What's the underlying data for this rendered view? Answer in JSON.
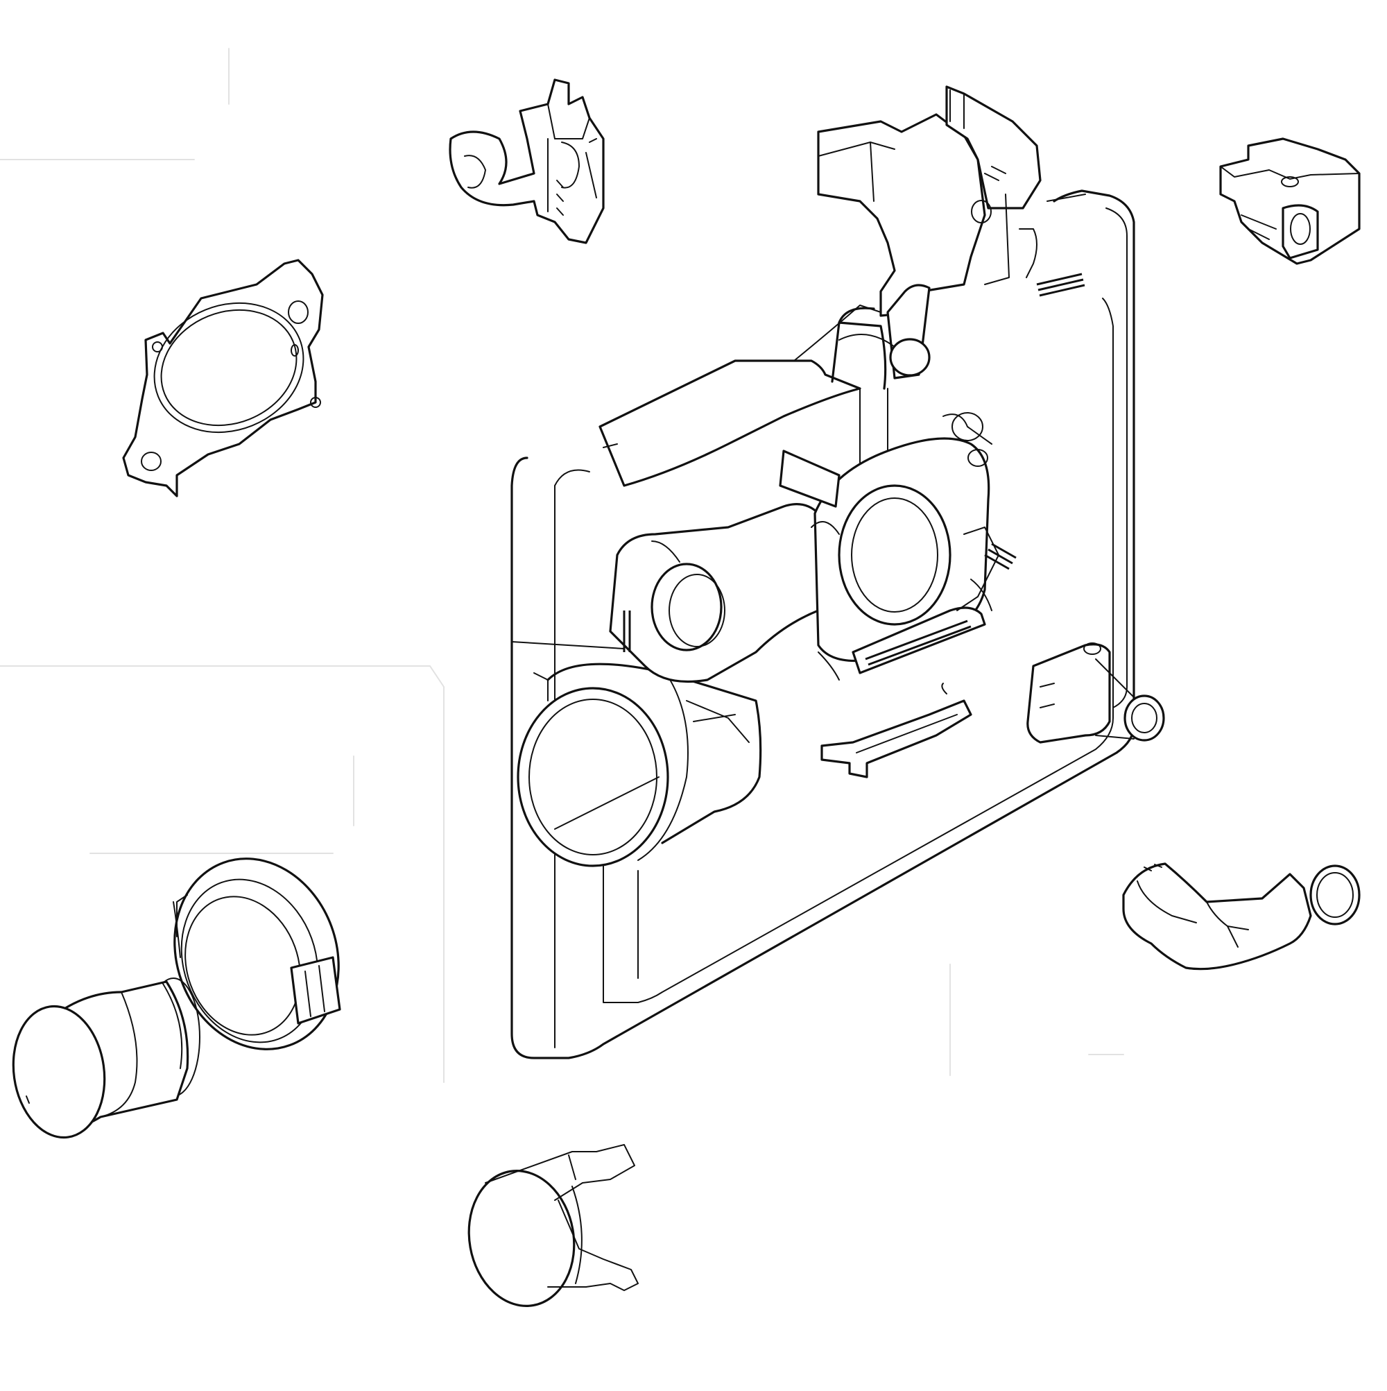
{
  "diagram": {
    "style": "black line-art exploded parts view on white background",
    "colors": {
      "line": "#111111",
      "background": "#ffffff"
    },
    "parts": [
      {
        "id": "air-box-housing",
        "icon": "housing-panel"
      },
      {
        "id": "throttle-body-assembly",
        "icon": "throttle-body"
      },
      {
        "id": "top-connector-bracket",
        "icon": "connector-block"
      },
      {
        "id": "small-clip-top",
        "icon": "clip"
      },
      {
        "id": "bracket-top-right",
        "icon": "bracket"
      },
      {
        "id": "gasket",
        "icon": "gasket"
      },
      {
        "id": "collar-ring",
        "icon": "ring"
      },
      {
        "id": "filter-cap",
        "icon": "cap"
      },
      {
        "id": "bottom-cap",
        "icon": "cap"
      },
      {
        "id": "elbow-fitting",
        "icon": "elbow-hose"
      },
      {
        "id": "hose-fitting",
        "icon": "fitting"
      },
      {
        "id": "lever-link",
        "icon": "lever"
      },
      {
        "id": "fuel-line",
        "icon": "tube"
      }
    ]
  }
}
